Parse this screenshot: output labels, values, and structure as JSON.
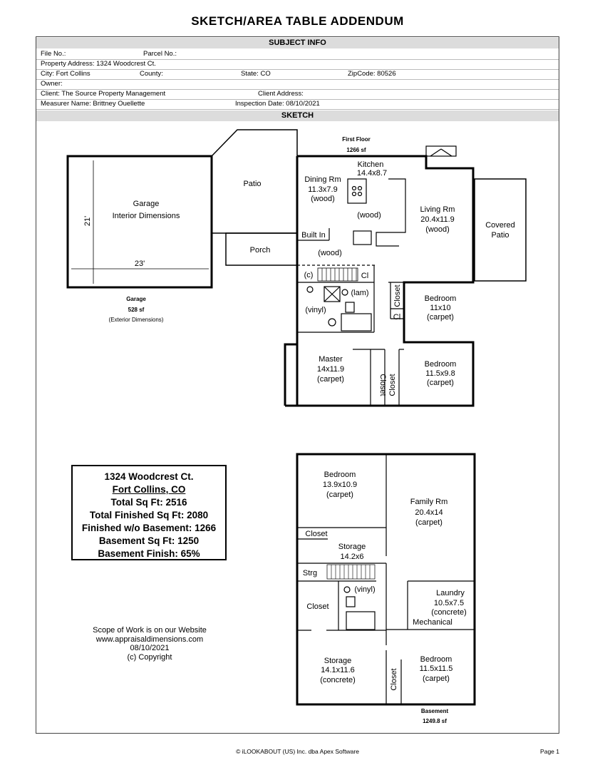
{
  "doc": {
    "title": "SKETCH/AREA TABLE ADDENDUM"
  },
  "subject": {
    "header": "SUBJECT INFO",
    "file_no": "File No.:",
    "parcel_no": "Parcel No.:",
    "address": "Property Address: 1324 Woodcrest Ct.",
    "city": "City: Fort Collins",
    "county": "County:",
    "state": "State: CO",
    "zip": "ZipCode: 80526",
    "owner": "Owner:",
    "client": "Client: The Source Property Management",
    "client_address": "Client Address:",
    "measurer": "Measurer Name: Brittney Ouellette",
    "inspection": "Inspection Date: 08/10/2021"
  },
  "sketch": {
    "header": "SKETCH",
    "first_floor": {
      "title": "First Floor",
      "area": "1266 sf"
    },
    "garage": {
      "name": "Garage",
      "sub": "Interior Dimensions",
      "dim_w": "23'",
      "dim_h": "21'",
      "label": "Garage",
      "area": "528 sf",
      "note": "(Exterior Dimensions)"
    },
    "rooms": {
      "patio": "Patio",
      "porch": "Porch",
      "built_in": "Built In",
      "dining": {
        "name": "Dining Rm",
        "size": "11.3x7.9",
        "floor": "(wood)"
      },
      "kitchen": {
        "name": "Kitchen",
        "size": "14.4x8.7",
        "floor": "(wood)"
      },
      "living": {
        "name": "Living Rm",
        "size": "20.4x11.9",
        "floor": "(wood)"
      },
      "covered_patio": {
        "line1": "Covered",
        "line2": "Patio"
      },
      "hall_floor": "(wood)",
      "c": "(c)",
      "cl": "Cl",
      "cl2": "Cl",
      "lam": "(lam)",
      "vinyl": "(vinyl)",
      "bedroom1": {
        "name": "Bedroom",
        "size": "11x10",
        "floor": "(carpet)"
      },
      "bedroom2": {
        "name": "Bedroom",
        "size": "11.5x9.8",
        "floor": "(carpet)"
      },
      "master": {
        "name": "Master",
        "size": "14x11.9",
        "floor": "(carpet)"
      },
      "closet": "Closet"
    },
    "basement": {
      "title": "Basement",
      "area": "1249.8 sf"
    },
    "brooms": {
      "bedroom_a": {
        "name": "Bedroom",
        "size": "13.9x10.9",
        "floor": "(carpet)"
      },
      "family": {
        "name": "Family Rm",
        "size": "20.4x14",
        "floor": "(carpet)"
      },
      "closet": "Closet",
      "storage_a": {
        "name": "Storage",
        "size": "14.2x6"
      },
      "strg": "Strg",
      "vinyl": "(vinyl)",
      "laundry": {
        "name": "Laundry",
        "size": "10.5x7.5",
        "floor": "(concrete)"
      },
      "mechanical": "Mechanical",
      "storage_b": {
        "name": "Storage",
        "size": "14.1x11.6",
        "floor": "(concrete)"
      },
      "bedroom_b": {
        "name": "Bedroom",
        "size": "11.5x11.5",
        "floor": "(carpet)"
      }
    }
  },
  "summary": {
    "address": "1324 Woodcrest Ct.",
    "city": "Fort Collins, CO",
    "total": "Total Sq Ft:  2516",
    "finished": "Total Finished Sq Ft:  2080",
    "wo_basement": "Finished w/o Basement:  1266",
    "basement": "Basement Sq Ft:  1250",
    "basement_finish": "Basement Finish:  65%"
  },
  "scope": {
    "line1": "Scope of Work is on our Website",
    "line2": "www.appraisaldimensions.com",
    "line3": "08/10/2021",
    "line4": "(c) Copyright"
  },
  "footer": {
    "copyright": "© iLOOKABOUT (US) Inc. dba Apex Software",
    "page": "Page 1"
  }
}
